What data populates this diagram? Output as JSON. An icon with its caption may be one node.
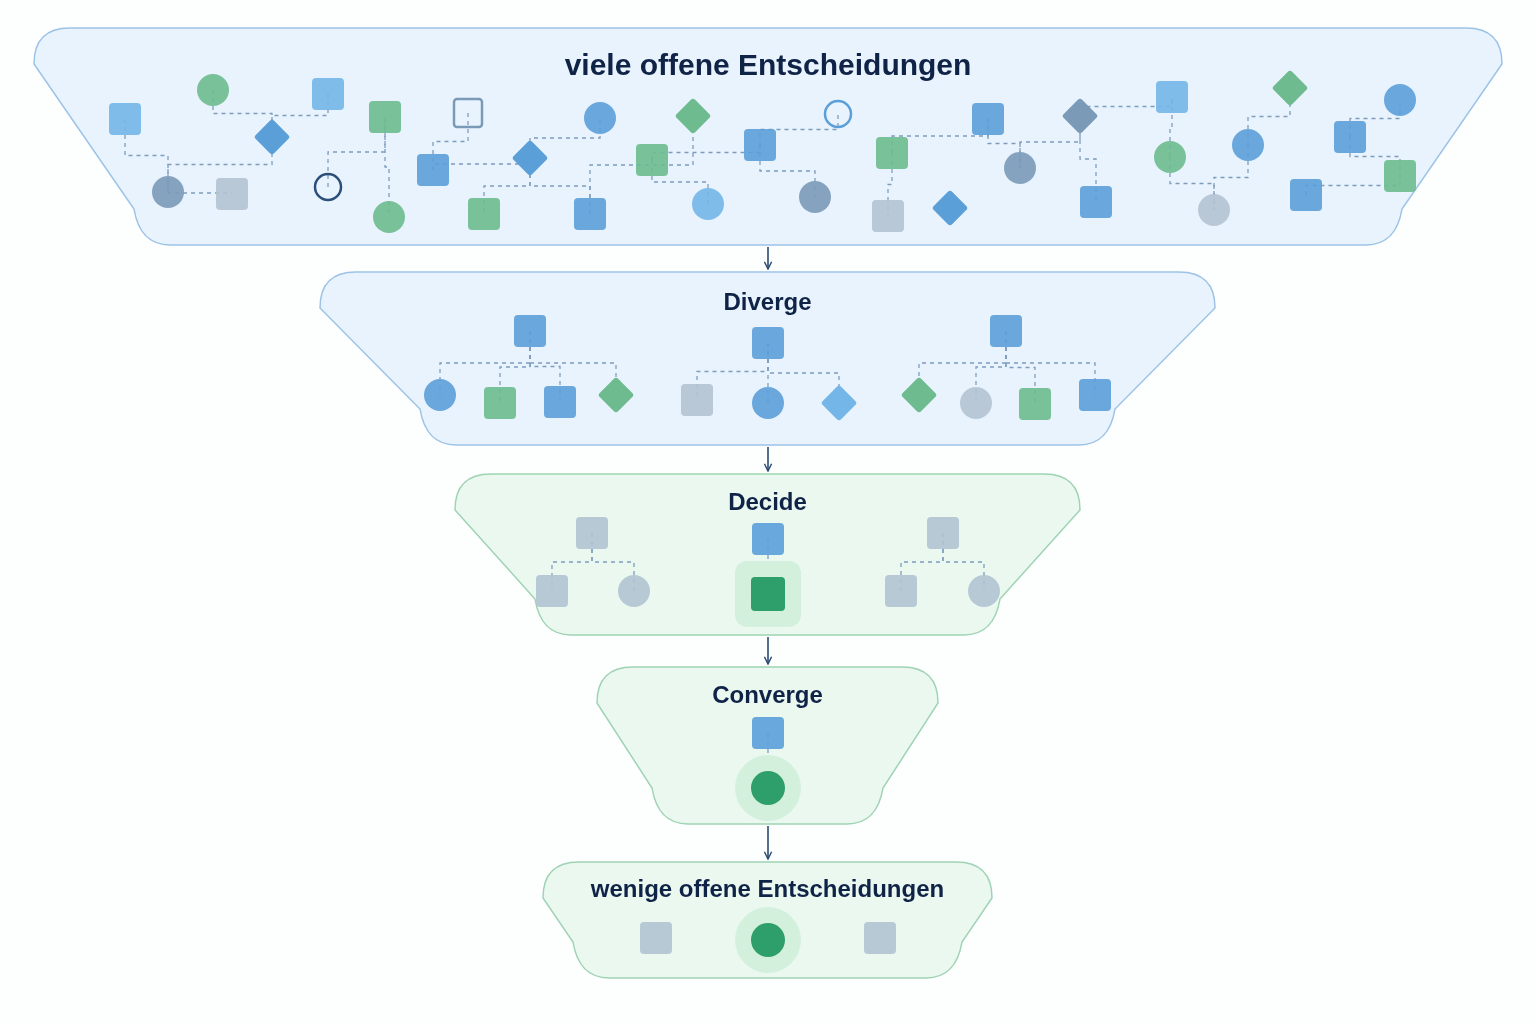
{
  "diagram": {
    "nodes": [
      {
        "text": [
          "viele offene Entscheidungen"
        ]
      },
      {
        "text": [
          "Diverge"
        ]
      },
      {
        "text": [
          "Decide"
        ]
      },
      {
        "text": [
          "Converge"
        ]
      },
      {
        "text": [
          "wenige offene Entscheidungen"
        ]
      }
    ],
    "edges": [
      {
        "from": 0,
        "to": 1,
        "arrow": "to"
      },
      {
        "from": 1,
        "to": 2,
        "arrow": "to"
      },
      {
        "from": 2,
        "to": 3,
        "arrow": "to"
      },
      {
        "from": 3,
        "to": 4,
        "arrow": "to"
      }
    ]
  }
}
